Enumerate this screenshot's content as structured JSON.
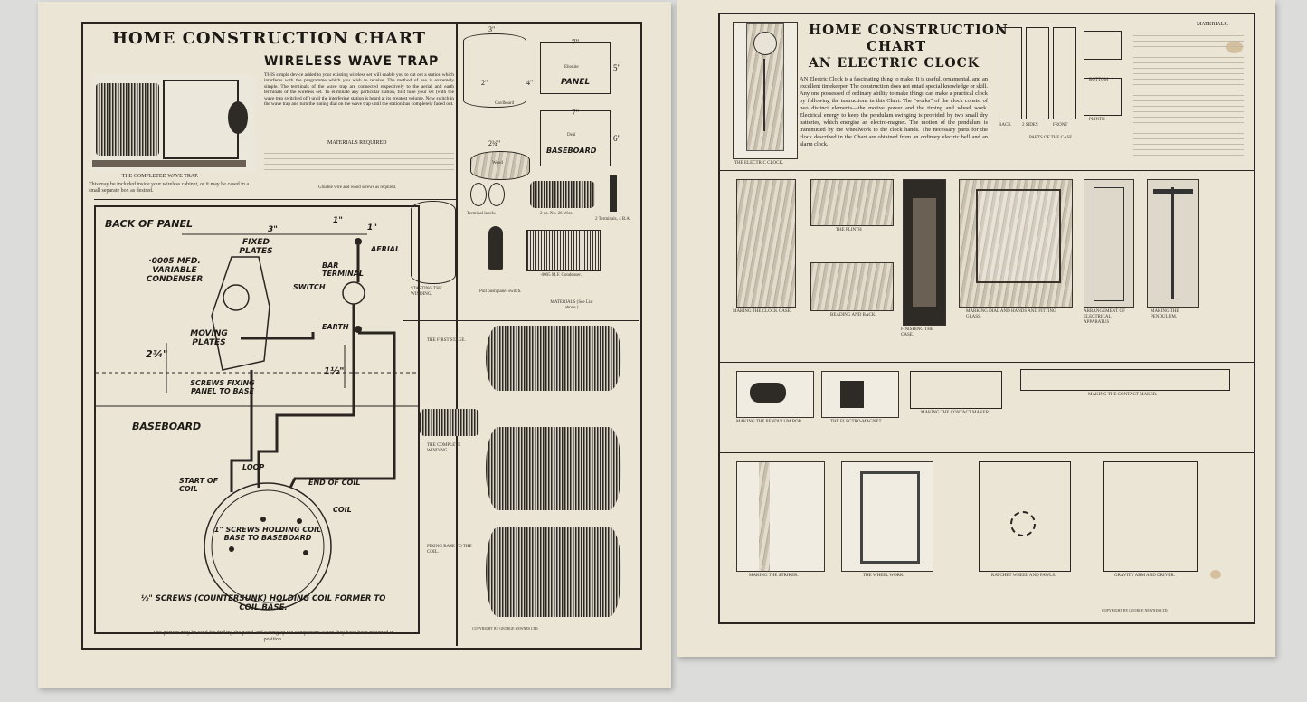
{
  "left_sheet": {
    "header": "HOME CONSTRUCTION CHART",
    "subtitle": "WIRELESS WAVE TRAP",
    "intro": "THIS simple device added to your existing wireless set will enable you to cut out a station which interferes with the programme which you wish to receive. The method of use is extremely simple. The terminals of the wave trap are connected respectively to the aerial and earth terminals of the wireless set. To eliminate any particular station, first tune your set (with the wave trap switched off) until the interfering station is heard at its greatest volume. Now switch in the wave trap and turn the tuning dial on the wave trap until the station has completely faded out.",
    "materials_heading": "MATERIALS REQUIRED",
    "materials_note": "Gluable wire and wood screws as required.",
    "caption_completed": "THE COMPLETED WAVE TRAP.",
    "caption_completed_note": "This may be included inside your wireless cabinet, or it may be cased in a small separate box as desired.",
    "diagram_labels": {
      "back_of_panel": "BACK OF PANEL",
      "fixed_plates": "FIXED PLATES",
      "variable_condenser": "·0005 MFD. VARIABLE CONDENSER",
      "bar_terminal": "BAR TERMINAL",
      "aerial": "AERIAL",
      "switch": "SWITCH",
      "earth": "EARTH",
      "moving_plates": "MOVING PLATES",
      "screws_fixing": "SCREWS FIXING PANEL TO BASE",
      "baseboard": "BASEBOARD",
      "loop": "LOOP",
      "start_of_coil": "START OF COIL",
      "end_of_coil": "END OF COIL",
      "coil": "COIL",
      "screws_holding": "1\" SCREWS HOLDING COIL BASE TO BASEBOARD",
      "countersunk": "½\" SCREWS (COUNTERSUNK) HOLDING COIL FORMER TO COIL BASE.",
      "dim_3": "3\"",
      "dim_1a": "1\"",
      "dim_1b": "1\"",
      "dim_2_3_4": "2¾\"",
      "dim_1_1_2": "1½\""
    },
    "parts_labels": {
      "cardboard": "Cardboard",
      "panel": "PANEL",
      "ebonite": "Ebonite",
      "dim_7_top": "7\"",
      "dim_5": "5\"",
      "dim_7_bottom": "7\"",
      "dim_6": "6\"",
      "dim_3_cyl": "3\"",
      "dim_4": "4\"",
      "dim_2": "2\"",
      "dim_2_3_4_base": "2¾\"",
      "deal": "Deal",
      "baseboard": "BASEBOARD",
      "wood": "Wood",
      "terminal_labels": "Terminal labels.",
      "wire": "2 oz. No. 26 Wire.",
      "terminals": "2 Terminals, 4 B.A.",
      "push_pull": "Pull push panel switch.",
      "condenser": "·0005 M.F. Condenser.",
      "materials_ref": "MATERIALS (See List above.)"
    },
    "step_captions": [
      "STARTING THE WINDING.",
      "THE FIRST STAGE.",
      "THE COMPLETE WINDING.",
      "FIXING BASE TO THE COIL."
    ],
    "footer_note": "This portion may be used for drilling the panel and wiring up the components when they have been mounted in position.",
    "copyright": "COPYRIGHT BY GEORGE NEWNES LTD."
  },
  "right_sheet": {
    "header_line1": "HOME CONSTRUCTION",
    "header_line2": "CHART",
    "subtitle": "AN ELECTRIC CLOCK",
    "intro": "AN Electric Clock is a fascinating thing to make. It is useful, ornamental, and an excellent timekeeper. The construction does not entail special knowledge or skill. Any one possessed of ordinary ability to make things can make a practical clock by following the instructions in this Chart. The \"works\" of the clock consist of two distinct elements—the motive power and the timing and wheel work. Electrical energy to keep the pendulum swinging is provided by two small dry batteries, which energise an electro-magnet. The motion of the pendulum is transmitted by the wheelwork to the clock hands. The necessary parts for the clock described in the Chart are obtained from an ordinary electric bell and an alarm clock.",
    "materials_heading": "MATERIALS.",
    "caption_clock": "THE ELECTRIC CLOCK.",
    "case_labels": {
      "back": "BACK",
      "sides": "2 SIDES",
      "front": "FRONT",
      "bottom": "BOTTOM",
      "plinth": "PLINTH",
      "parts_caption": "PARTS OF THE CASE."
    },
    "photo_captions": [
      "MAKING THE CLOCK CASE.",
      "THE PLINTH",
      "FINISHING THE CASE.",
      "MARKING DIAL AND HANDS AND FITTING GLASS.",
      "ARRANGEMENT OF ELECTRICAL APPARATUS",
      "MAKING THE PENDULUM.",
      "BEADING AND BACK.",
      "MAKING THE PENDULUM BOB.",
      "THE ELECTRO-MAGNET.",
      "MAKING THE CONTACT MAKER.",
      "MAKING THE CONTACT MAKER.",
      "MAKING THE STRIKER.",
      "THE WHEEL WORK.",
      "RATCHET WHEEL AND PAWLS.",
      "GRAVITY ARM AND DRIVER."
    ],
    "copyright": "COPYRIGHT BY GEORGE NEWNES LTD."
  }
}
